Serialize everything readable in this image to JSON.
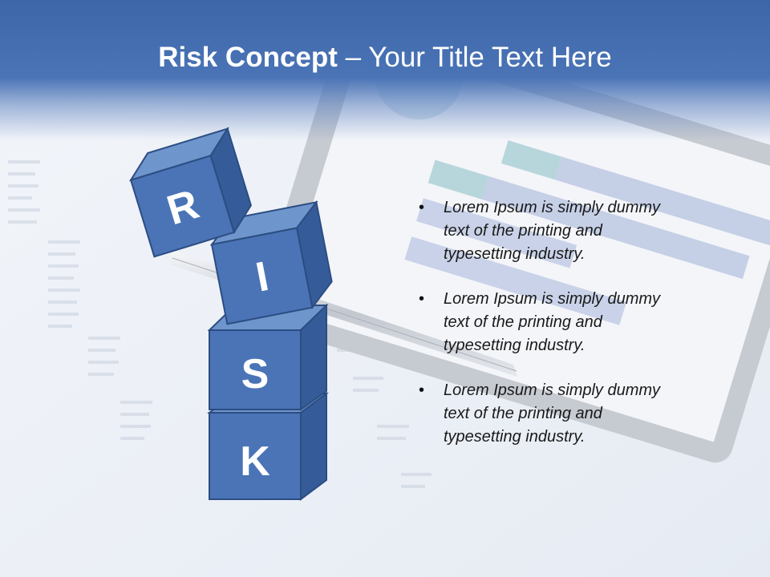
{
  "slide": {
    "title_bold": "Risk Concept",
    "title_rest": " – Your Title Text Here"
  },
  "cubes": [
    {
      "letter": "R"
    },
    {
      "letter": "I"
    },
    {
      "letter": "S"
    },
    {
      "letter": "K"
    }
  ],
  "bullets": [
    "Lorem Ipsum is simply dummy text of the printing and typesetting industry.",
    "Lorem Ipsum is simply dummy text of the printing and typesetting industry.",
    "Lorem Ipsum is simply dummy text of the printing and typesetting industry."
  ],
  "colors": {
    "header": "#3d66a8",
    "cube_front": "#4a74b6",
    "cube_top": "#6e95cc",
    "cube_side": "#355c99",
    "cube_edge": "#2c4d82"
  }
}
